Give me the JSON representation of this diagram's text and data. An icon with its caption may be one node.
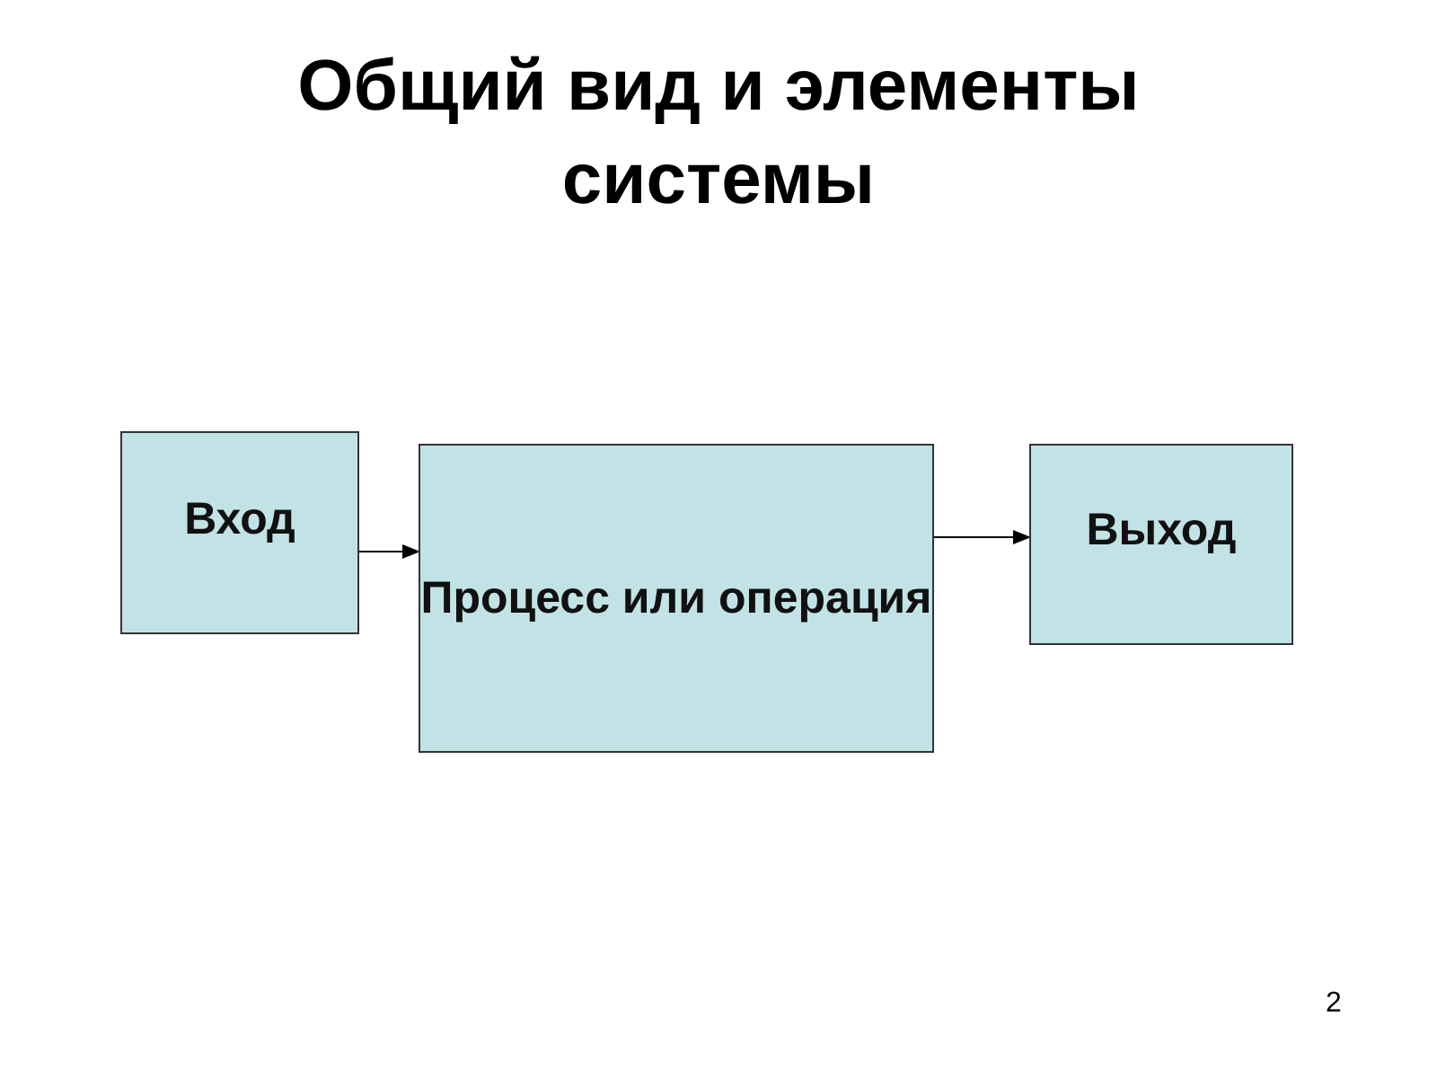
{
  "diagram": {
    "title": "Общий вид и элементы системы",
    "nodes": [
      {
        "text": [
          "Вход"
        ]
      },
      {
        "text": [
          "Процесс или операция"
        ]
      },
      {
        "text": [
          "Выход"
        ]
      }
    ],
    "edges": [
      {
        "from": 0,
        "to": 1,
        "arrow": "to"
      },
      {
        "from": 1,
        "to": 2,
        "arrow": "to"
      }
    ],
    "labels": [
      "2"
    ]
  }
}
